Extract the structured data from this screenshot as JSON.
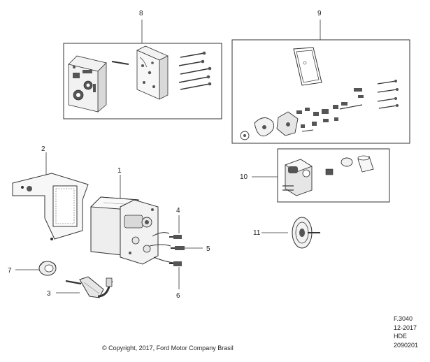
{
  "callouts": {
    "c1": "1",
    "c2": "2",
    "c3": "3",
    "c4": "4",
    "c5": "5",
    "c6": "6",
    "c7": "7",
    "c8": "8",
    "c9": "9",
    "c10": "10",
    "c11": "11"
  },
  "meta": {
    "figure_code": "F.3040",
    "date": "12-2017",
    "group": "HDE",
    "ref": "2090201"
  },
  "copyright": "© Copyright, 2017, Ford Motor Company Brasil",
  "colors": {
    "line": "#333333",
    "fill_light": "#f2f2f2",
    "fill_mid": "#d9d9d9",
    "fill_dark": "#555555"
  }
}
